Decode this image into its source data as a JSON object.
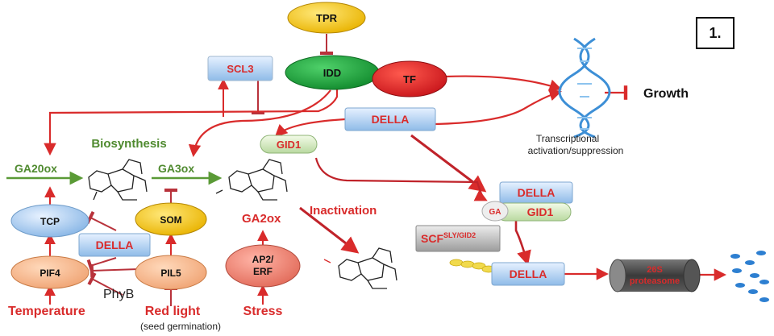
{
  "panel_label": "1.",
  "nodes": {
    "tpr": "TPR",
    "idd": "IDD",
    "scl3": "SCL3",
    "tf": "TF",
    "della_top": "DELLA",
    "gid1_top": "GID1",
    "della_complex": "DELLA",
    "ga_badge": "GA",
    "gid1_complex": "GID1",
    "scf_base": "SCF",
    "scf_sup": "SLY/GID2",
    "della_bottom": "DELLA",
    "proteasome_line1": "26S",
    "proteasome_line2": "proteasome",
    "tcp": "TCP",
    "della_left": "DELLA",
    "som": "SOM",
    "pif4": "PIF4",
    "pil5": "PIL5",
    "ap2_line1": "AP2/",
    "ap2_line2": "ERF"
  },
  "labels": {
    "growth": "Growth",
    "transcription_line1": "Transcriptional",
    "transcription_line2": "activation/suppression",
    "biosynthesis": "Biosynthesis",
    "ga20ox": "GA20ox",
    "ga3ox": "GA3ox",
    "ga2ox": "GA2ox",
    "inactivation": "Inactivation",
    "phyb": "PhyB",
    "temperature": "Temperature",
    "red_light": "Red light",
    "seed_germination": "(seed germination)",
    "stress": "Stress"
  },
  "colors": {
    "activation_arrow": "#d92b2b",
    "green_arrow": "#5a9a36",
    "tpr_yellow": "#f2c10f",
    "idd_green": "#1f9a3a",
    "tf_red": "#e1262b",
    "della_blue": "#a9c9ec",
    "dna_blue": "#3d8fd6"
  },
  "icons": [
    "dna-helix-icon",
    "degraded-peptide-icon",
    "proteasome-barrel-icon"
  ]
}
